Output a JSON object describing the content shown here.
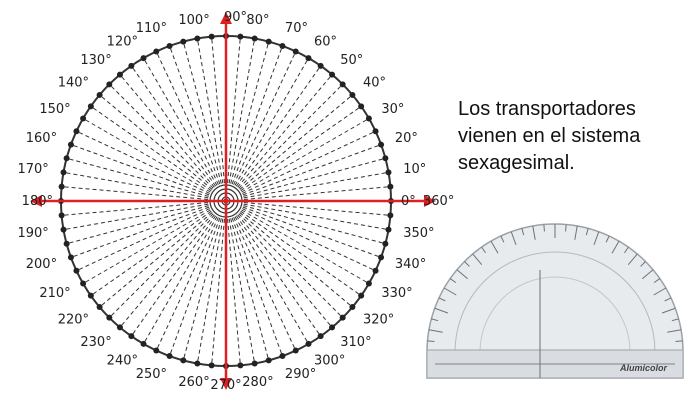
{
  "caption": {
    "line1": "Los transportadores",
    "line2": "vienen en el sistema",
    "line3": "sexagesimal."
  },
  "circle_protractor": {
    "labels": [
      "0°",
      "10°",
      "20°",
      "30°",
      "40°",
      "50°",
      "60°",
      "70°",
      "80°",
      "90°",
      "100°",
      "110°",
      "120°",
      "130°",
      "140°",
      "150°",
      "160°",
      "170°",
      "180°",
      "190°",
      "200°",
      "210°",
      "220°",
      "230°",
      "240°",
      "250°",
      "260°",
      "270°",
      "280°",
      "290°",
      "300°",
      "310°",
      "320°",
      "330°",
      "340°",
      "350°",
      "360°"
    ],
    "tick_step_deg": 5,
    "axis_color": "#e02020",
    "line_color": "#333333"
  },
  "semicircle_protractor": {
    "brand": "Alumicolor"
  }
}
